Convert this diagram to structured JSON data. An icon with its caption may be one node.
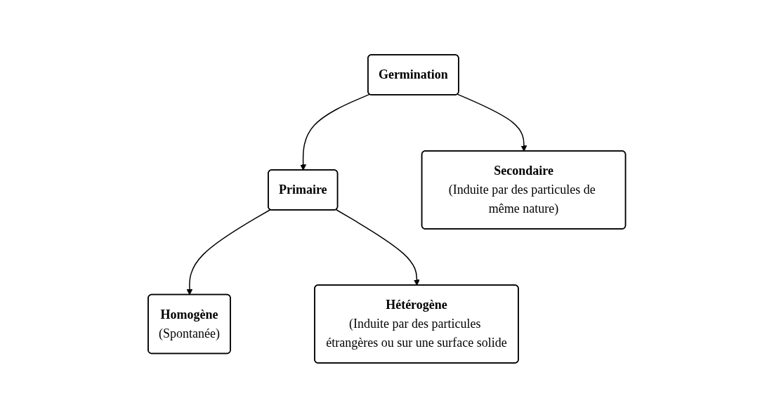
{
  "diagram": {
    "nodes": [
      {
        "text": [
          "Germination"
        ]
      },
      {
        "text": [
          "Primaire"
        ]
      },
      {
        "text": [
          "Secondaire",
          "(Induite par des particules de même nature)"
        ]
      },
      {
        "text": [
          "Homogène",
          "(Spontanée)"
        ]
      },
      {
        "text": [
          "Hétérogène",
          "(Induite par des particules étrangères ou sur une surface solide"
        ]
      }
    ],
    "edges": [
      {
        "from": 0,
        "to": 1,
        "arrow": "to"
      },
      {
        "from": 0,
        "to": 2,
        "arrow": "to"
      },
      {
        "from": 1,
        "to": 3,
        "arrow": "to"
      },
      {
        "from": 1,
        "to": 4,
        "arrow": "to"
      }
    ]
  }
}
